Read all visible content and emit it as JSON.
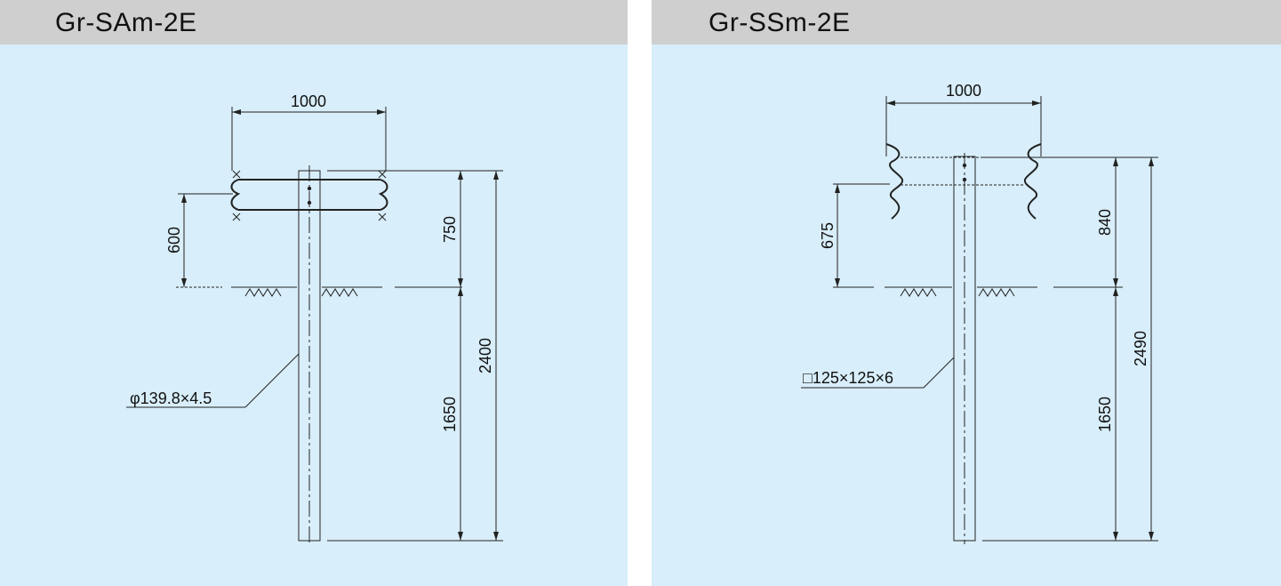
{
  "panels": [
    {
      "title": "Gr-SAm-2E",
      "dim_top": "1000",
      "dim_rail_height": "600",
      "dim_above_ground": "750",
      "dim_total": "2400",
      "dim_embed": "1650",
      "post_spec": "φ139.8×4.5"
    },
    {
      "title": "Gr-SSm-2E",
      "dim_top": "1000",
      "dim_rail_height": "675",
      "dim_above_ground": "840",
      "dim_total": "2490",
      "dim_embed": "1650",
      "post_spec": "□125×125×6"
    }
  ],
  "colors": {
    "panel_background": "#d8eefa",
    "header_background": "#cfcfcf",
    "line": "#222222"
  }
}
